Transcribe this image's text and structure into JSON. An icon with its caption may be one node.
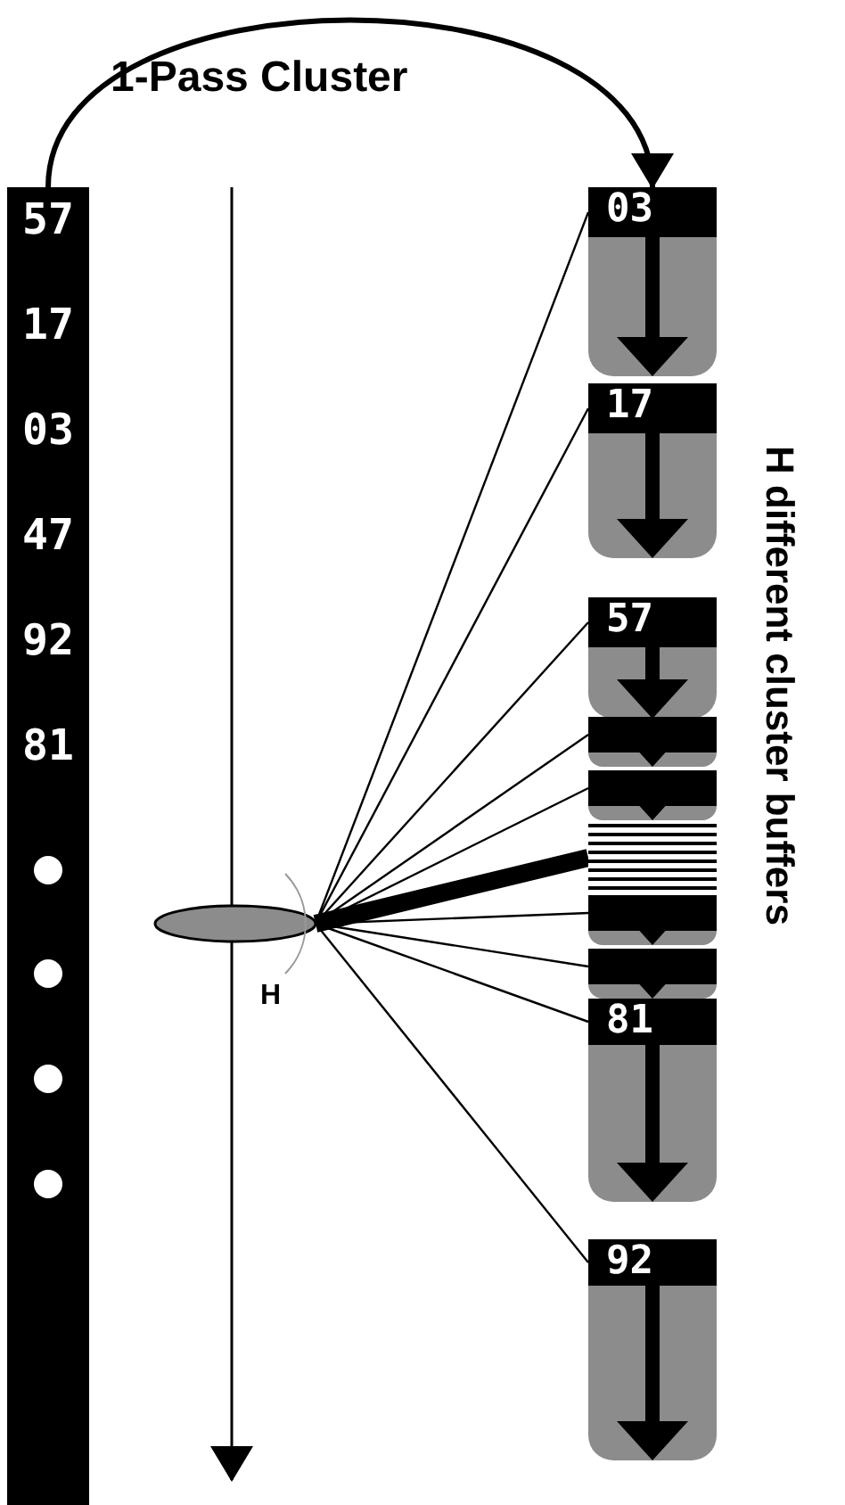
{
  "diagram": {
    "title": "1-Pass Cluster",
    "nodes": [
      {
        "text": [
          "57",
          "17",
          "03",
          "47",
          "92",
          "81"
        ]
      },
      {
        "text": [],
        "shape": "ellipse",
        "beside": [
          "H"
        ]
      },
      {
        "text": [
          "03"
        ]
      },
      {
        "text": [
          "17"
        ]
      },
      {
        "text": [
          "57"
        ]
      },
      {
        "text": [],
        "shape": "box"
      },
      {
        "text": [],
        "shape": "box"
      },
      {
        "text": [],
        "shape": "bar"
      },
      {
        "text": [],
        "shape": "box"
      },
      {
        "text": [],
        "shape": "box"
      },
      {
        "text": [
          "81"
        ]
      },
      {
        "text": [
          "92"
        ]
      }
    ],
    "edges": [
      {
        "from": 0,
        "to": 2,
        "arrow": "to",
        "style": "thick"
      },
      {
        "from": 1,
        "to": 2,
        "arrow": "none"
      },
      {
        "from": 1,
        "to": 3,
        "arrow": "none"
      },
      {
        "from": 1,
        "to": 4,
        "arrow": "none"
      },
      {
        "from": 1,
        "to": 5,
        "arrow": "none"
      },
      {
        "from": 1,
        "to": 6,
        "arrow": "none"
      },
      {
        "from": 1,
        "to": 7,
        "arrow": "none",
        "style": "thick"
      },
      {
        "from": 1,
        "to": 8,
        "arrow": "none"
      },
      {
        "from": 1,
        "to": 9,
        "arrow": "none"
      },
      {
        "from": 1,
        "to": 10,
        "arrow": "none"
      },
      {
        "from": 1,
        "to": 11,
        "arrow": "none"
      }
    ],
    "labels": [
      "H different cluster buffers"
    ]
  }
}
